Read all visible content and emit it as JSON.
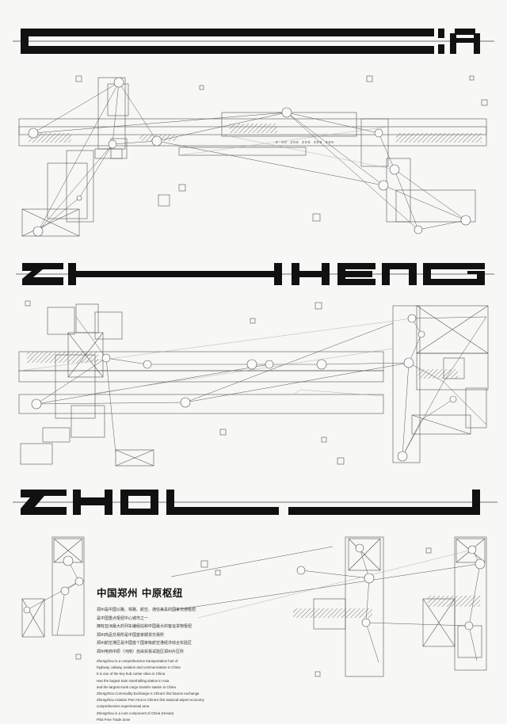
{
  "poster": {
    "title_words": [
      "CHINA",
      "ZHENG",
      "ZHOU"
    ],
    "caption": {
      "title": "中国郑州 中原枢纽",
      "cn_lines": [
        "郑州是中国公路、铁路、航空、通信兼具的国家交通枢纽",
        "是中国重点枢纽中心城市之一",
        "拥有亚洲最大的列车编组站和中国最大的客运货物枢纽",
        "郑州商品交易所是中国首家期货交易所",
        "郑州航空港区是中国首个国家级航空港经济综合实验区",
        "郑州电商中原（河南）自由贸易试验区郑州片区所"
      ],
      "en_lines": [
        "Zhengzhou is a comprehensive transportation hub of",
        "highway, railway, aviation and communication in China",
        "It is one of the key hub center cities in China",
        "Has the largest train marshalling station in Asia",
        "and the largest trunk cargo transfer station in China",
        "Zhengzhou Commodity Exchange is China's first futures exchange",
        "Zhengzhou Aviation Port Area is China's first national airport economy",
        "comprehensive experimental area",
        "Zhengzhou is a core component of China (Henan)",
        "Pilot Free Trade Zone"
      ]
    },
    "code_label": "Z-OO  ZOO  ZOO  ZOO  ZOO"
  }
}
